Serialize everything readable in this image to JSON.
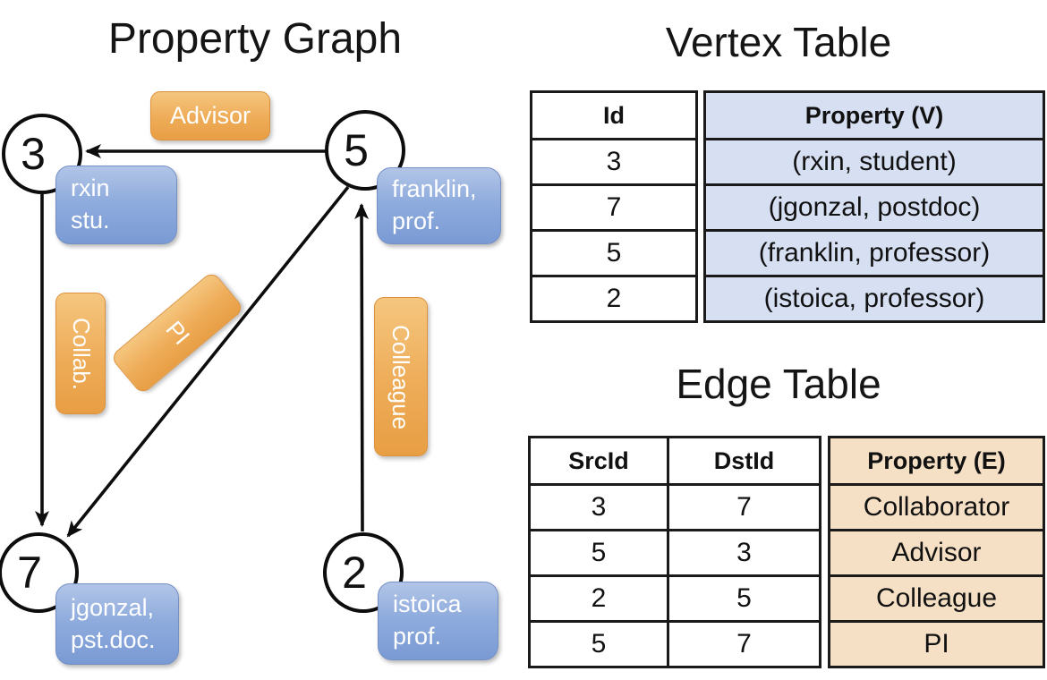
{
  "graph": {
    "title": "Property Graph",
    "nodes": [
      {
        "id": "3",
        "lines": [
          "rxin",
          "stu."
        ]
      },
      {
        "id": "5",
        "lines": [
          "franklin,",
          "prof."
        ]
      },
      {
        "id": "7",
        "lines": [
          "jgonzal,",
          "pst.doc."
        ]
      },
      {
        "id": "2",
        "lines": [
          "istoica",
          "prof."
        ]
      }
    ],
    "edges": [
      {
        "label": "Advisor",
        "src": "5",
        "dst": "3"
      },
      {
        "label": "Collab.",
        "src": "3",
        "dst": "7"
      },
      {
        "label": "PI",
        "src": "5",
        "dst": "7"
      },
      {
        "label": "Colleague",
        "src": "2",
        "dst": "5"
      }
    ]
  },
  "vertex_table": {
    "title": "Vertex Table",
    "columns": [
      "Id",
      "Property (V)"
    ],
    "rows": [
      [
        "3",
        "(rxin, student)"
      ],
      [
        "7",
        "(jgonzal, postdoc)"
      ],
      [
        "5",
        "(franklin, professor)"
      ],
      [
        "2",
        "(istoica, professor)"
      ]
    ]
  },
  "edge_table": {
    "title": "Edge Table",
    "columns": [
      "SrcId",
      "DstId",
      "Property (E)"
    ],
    "rows": [
      [
        "3",
        "7",
        "Collaborator"
      ],
      [
        "5",
        "3",
        "Advisor"
      ],
      [
        "2",
        "5",
        "Colleague"
      ],
      [
        "5",
        "7",
        "PI"
      ]
    ]
  },
  "colors": {
    "edge_label_orange": "#EDA755",
    "vertex_label_blue": "#8AA7DB",
    "vertex_table_row_fill": "#D6E0F2",
    "edge_table_row_fill": "#F6E0C5",
    "stroke_black": "#0D0D0D"
  }
}
